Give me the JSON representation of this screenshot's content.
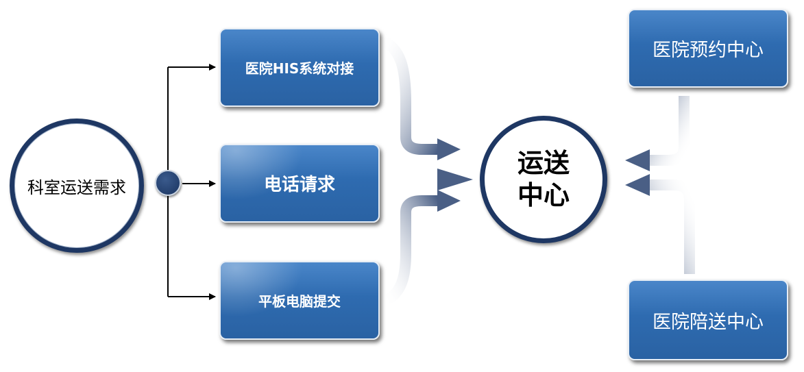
{
  "source_node": {
    "label": "科室运送需求"
  },
  "channels": [
    {
      "id": "his",
      "label": "医院HIS系统对接"
    },
    {
      "id": "phone",
      "label": "电话请求"
    },
    {
      "id": "tablet",
      "label": "平板电脑提交"
    }
  ],
  "target_node": {
    "label": "运送中心"
  },
  "side_sources": [
    {
      "id": "appointment",
      "label": "医院预约中心"
    },
    {
      "id": "escort",
      "label": "医院陪送中心"
    }
  ],
  "colors": {
    "box_fill": "#2e6bb0",
    "circle_border": "#1e3763",
    "arrow": "#4a5f85",
    "connector": "#000000"
  }
}
